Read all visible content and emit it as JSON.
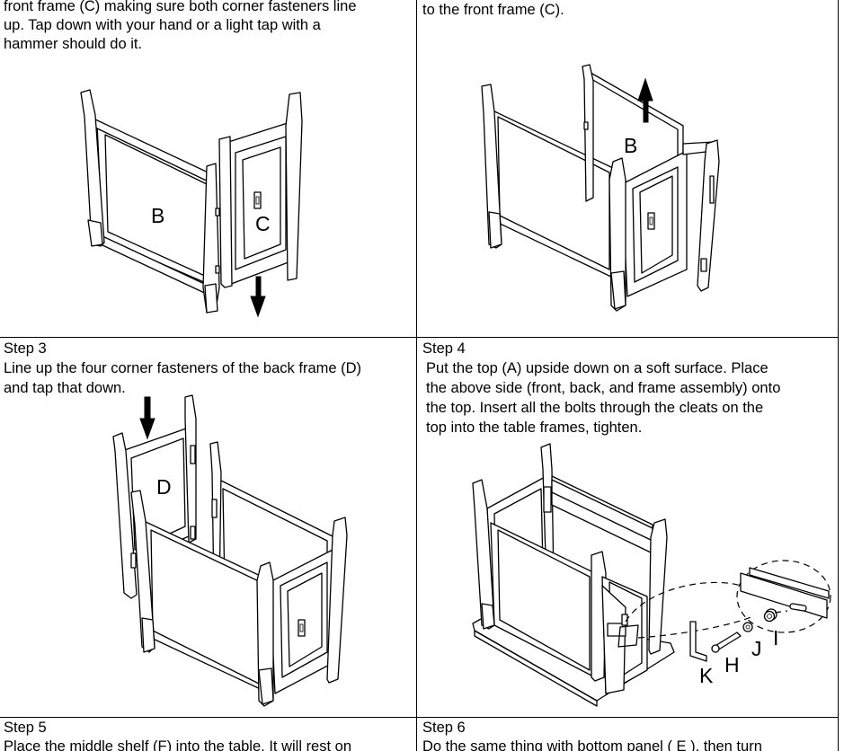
{
  "panels": {
    "top_left": {
      "text": [
        "front frame (C) making sure both corner fasteners line",
        "up. Tap down with your hand or a light tap with a",
        "hammer should do it."
      ],
      "labels": {
        "b": "B",
        "c": "C"
      }
    },
    "top_right": {
      "text": [
        "to the front frame (C)."
      ],
      "labels": {
        "b": "B"
      }
    },
    "step3": {
      "heading": "Step 3",
      "text": [
        "Line up the four corner fasteners of the back frame (D)",
        "and tap that down."
      ],
      "labels": {
        "d": "D"
      }
    },
    "step4": {
      "heading": "Step 4",
      "text": [
        "Put the top (A) upside down on a soft surface. Place",
        "the above side (front, back, and frame assembly) onto",
        "the top.  Insert all the bolts through the cleats on the",
        "top into the table frames, tighten."
      ],
      "labels": {
        "k": "K",
        "h": "H",
        "j": "J",
        "i": "I"
      }
    },
    "step5": {
      "heading": "Step 5",
      "text": [
        "Place the middle shelf (F) into the table. It will rest on"
      ]
    },
    "step6": {
      "heading": "Step 6",
      "text": [
        "Do the same thing with bottom panel ( E ), then turn"
      ]
    }
  }
}
